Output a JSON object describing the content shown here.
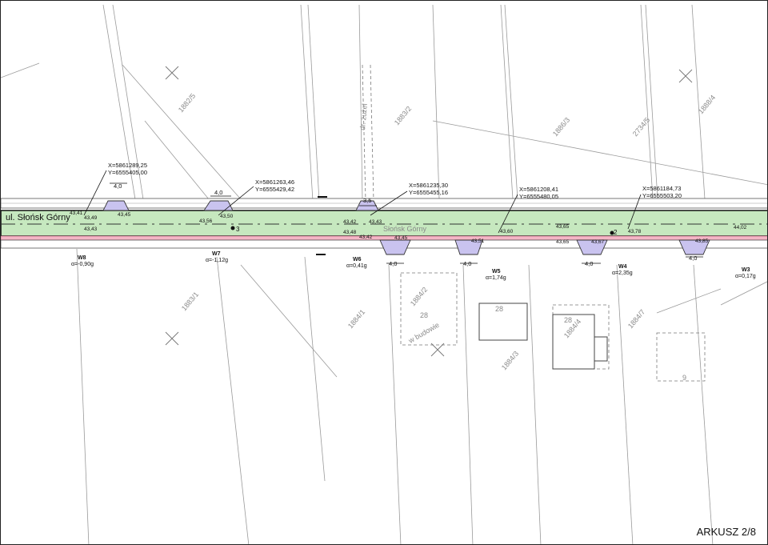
{
  "sheet_label": "ARKUSZ 2/8",
  "street_name": "ul. Słońsk Górny",
  "street_name_faded": "Słońsk Górny",
  "road_label_faded": "dr. żużel",
  "coordinates": [
    {
      "x": "X=5861289,25",
      "y": "Y=6555405,00"
    },
    {
      "x": "X=5861263,46",
      "y": "Y=6555429,42"
    },
    {
      "x": "X=5861235,30",
      "y": "Y=6555455,16"
    },
    {
      "x": "X=5861208,41",
      "y": "Y=6555480,05"
    },
    {
      "x": "X=5861184,73",
      "y": "Y=6555503,20"
    }
  ],
  "exits": [
    {
      "name": "W8",
      "angle": "α=-0,90g"
    },
    {
      "name": "W7",
      "angle": "α=-1,12g"
    },
    {
      "name": "W6",
      "angle": "α=0,41g"
    },
    {
      "name": "W5",
      "angle": "α=1,74g"
    },
    {
      "name": "W4",
      "angle": "α=2,35g"
    },
    {
      "name": "W3",
      "angle": "α=0,17g"
    }
  ],
  "widths": [
    "4,0",
    "4,0",
    "3,5",
    "4,0",
    "4,0",
    "4,0",
    "4,0"
  ],
  "elevations": [
    "43,41",
    "43,49",
    "43,45",
    "43,43",
    "43,56",
    "43,50",
    "43,42",
    "43,43",
    "43,48",
    "43,42",
    "43,45",
    "43,51",
    "43,60",
    "43,65",
    "43,65",
    "43,67",
    "43,78",
    "43,85",
    "44,02"
  ],
  "point_numbers": [
    "3",
    "2"
  ],
  "parcels": [
    "1882/5",
    "1883/2",
    "1886/3",
    "2734/5",
    "1888/4",
    "1883/1",
    "1884/1",
    "1884/2",
    "1884/3",
    "1884/4",
    "1884/7",
    "28",
    "28",
    "28",
    "9"
  ],
  "building_note": "w budowie"
}
